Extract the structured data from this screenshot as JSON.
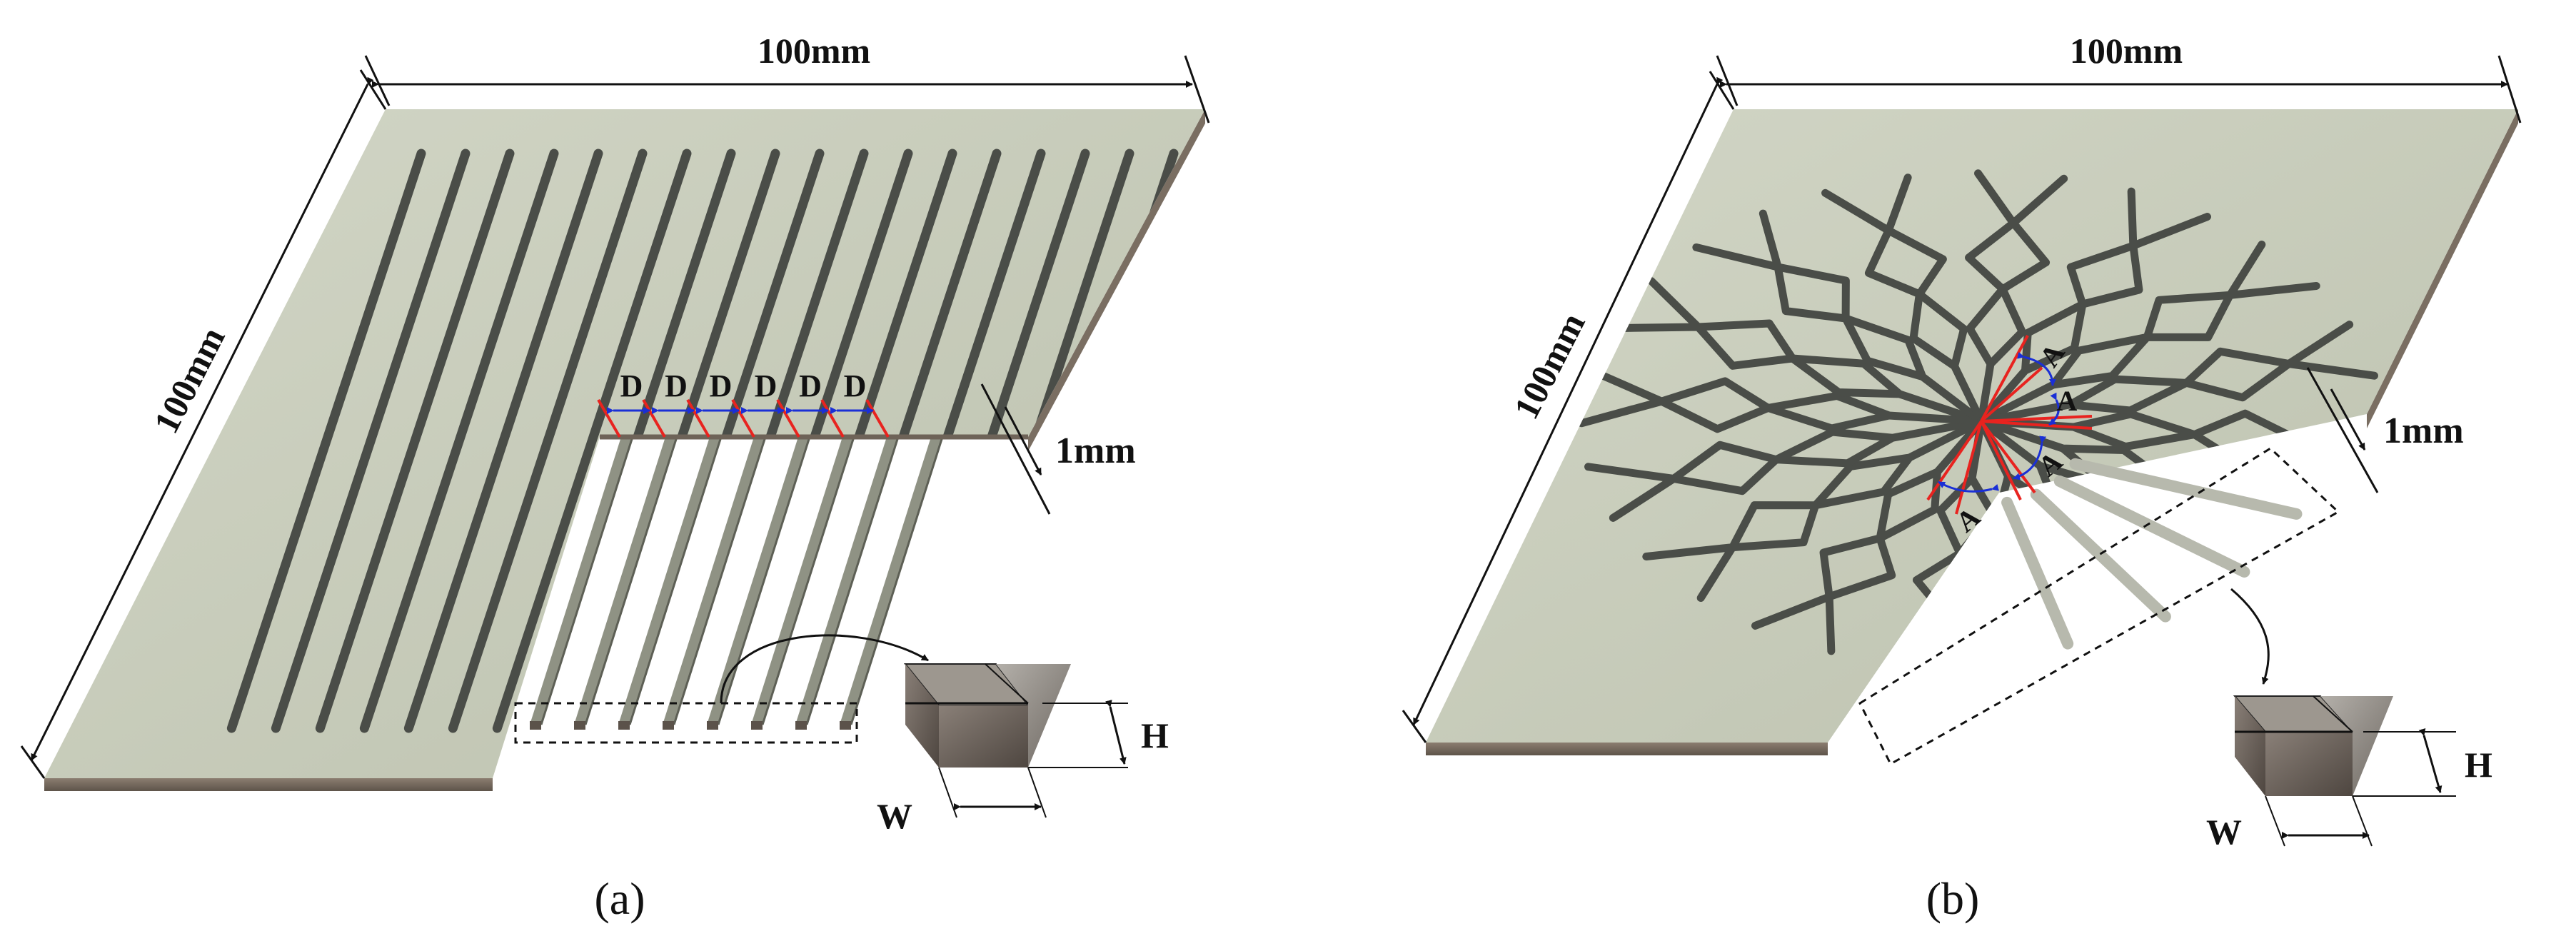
{
  "panel_a": {
    "dim_top": "100mm",
    "dim_side": "100mm",
    "dim_thickness": "1mm",
    "spacing_label": "D",
    "spacing_labels": [
      "D",
      "D",
      "D",
      "D",
      "D",
      "D"
    ],
    "width_label": "W",
    "height_label": "H",
    "caption": "(a)"
  },
  "panel_b": {
    "dim_top": "100mm",
    "dim_side": "100mm",
    "dim_thickness": "1mm",
    "angle_label": "A",
    "angle_labels": [
      "A",
      "A",
      "A",
      "A"
    ],
    "width_label": "W",
    "height_label": "H",
    "caption": "(b)"
  },
  "colors": {
    "plate_top": "#c9cdbd",
    "plate_edge": "#7d7063",
    "channel": "#4a4d48",
    "annotation_red": "#e8231f",
    "annotation_blue": "#1a2fd6"
  }
}
